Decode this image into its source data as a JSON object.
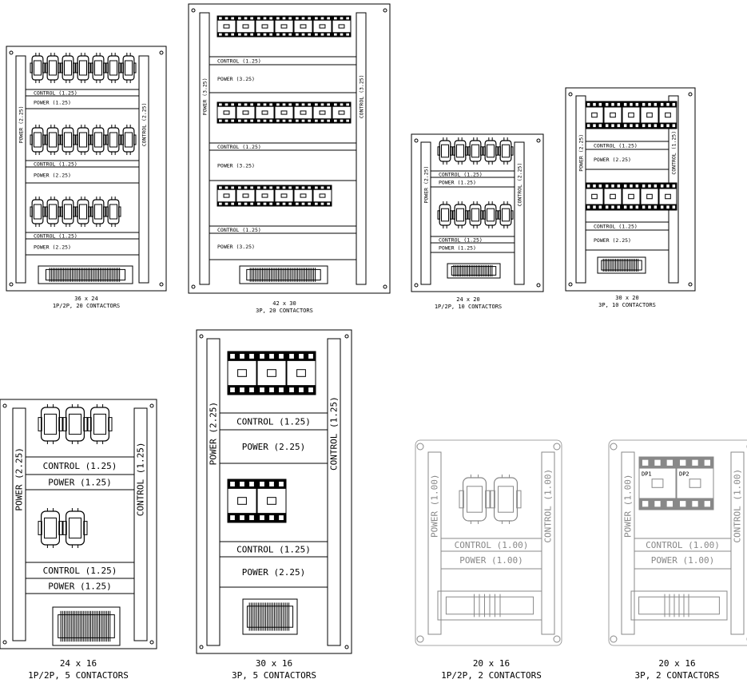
{
  "colors": {
    "line": "#000000",
    "light_line": "#888888",
    "grid": "#ffffff"
  },
  "panels": [
    {
      "id": "p1",
      "size": "36 x 24",
      "desc": "1P/2P, 20 CONTACTORS",
      "style": "dark",
      "power_side": "POWER (2.25)",
      "control_side": "CONTROL (2.25)",
      "rows": [
        {
          "count": 7,
          "kind": "1p"
        },
        {
          "count": 7,
          "kind": "1p"
        },
        {
          "count": 6,
          "kind": "1p"
        }
      ],
      "labels": [
        "CONTROL (1.25)",
        "POWER (1.25)",
        "CONTROL (1.25)",
        "POWER (2.25)",
        "CONTROL (1.25)",
        "POWER (2.25)"
      ]
    },
    {
      "id": "p2",
      "size": "42 x 30",
      "desc": "3P, 20 CONTACTORS",
      "style": "dark",
      "power_side": "POWER (3.25)",
      "control_side": "CONTROL (3.25)",
      "rows": [
        {
          "count": 7,
          "kind": "3p"
        },
        {
          "count": 7,
          "kind": "3p"
        },
        {
          "count": 6,
          "kind": "3p"
        }
      ],
      "labels": [
        "CONTROL (1.25)",
        "POWER (3.25)",
        "CONTROL (1.25)",
        "POWER (3.25)",
        "CONTROL (1.25)",
        "POWER (3.25)"
      ]
    },
    {
      "id": "p3",
      "size": "24 x 20",
      "desc": "1P/2P, 10 CONTACTORS",
      "style": "dark",
      "power_side": "POWER (2.25)",
      "control_side": "CONTROL (2.25)",
      "rows": [
        {
          "count": 5,
          "kind": "1p"
        },
        {
          "count": 5,
          "kind": "1p"
        }
      ],
      "labels": [
        "CONTROL (1.25)",
        "POWER (1.25)",
        "CONTROL (1.25)",
        "POWER (1.25)"
      ]
    },
    {
      "id": "p4",
      "size": "30 x 20",
      "desc": "3P, 10 CONTACTORS",
      "style": "dark",
      "power_side": "POWER (2.25)",
      "control_side": "CONTROL (1.25)",
      "rows": [
        {
          "count": 5,
          "kind": "3p"
        },
        {
          "count": 5,
          "kind": "3p"
        }
      ],
      "labels": [
        "CONTROL (1.25)",
        "POWER (2.25)",
        "CONTROL (1.25)",
        "POWER (2.25)"
      ]
    },
    {
      "id": "p5",
      "size": "24 x 16",
      "desc": "1P/2P, 5 CONTACTORS",
      "style": "dark",
      "power_side": "POWER (2.25)",
      "control_side": "CONTROL (1.25)",
      "rows": [
        {
          "count": 3,
          "kind": "1p"
        },
        {
          "count": 2,
          "kind": "1p"
        }
      ],
      "labels": [
        "CONTROL (1.25)",
        "POWER (1.25)",
        "CONTROL (1.25)",
        "POWER (1.25)"
      ]
    },
    {
      "id": "p6",
      "size": "30 x 16",
      "desc": "3P, 5 CONTACTORS",
      "style": "dark",
      "power_side": "POWER (2.25)",
      "control_side": "CONTROL (1.25)",
      "rows": [
        {
          "count": 3,
          "kind": "3p"
        },
        {
          "count": 2,
          "kind": "3p"
        }
      ],
      "labels": [
        "CONTROL (1.25)",
        "POWER (2.25)",
        "CONTROL (1.25)",
        "POWER (2.25)"
      ]
    },
    {
      "id": "p7",
      "size": "20 x 16",
      "desc": "1P/2P, 2 CONTACTORS",
      "style": "light",
      "power_side": "POWER (1.00)",
      "control_side": "CONTROL (1.00)",
      "rows": [
        {
          "count": 2,
          "kind": "1p"
        }
      ],
      "labels": [
        "CONTROL (1.00)",
        "POWER (1.00)"
      ]
    },
    {
      "id": "p8",
      "size": "20 x 16",
      "desc": "3P, 2 CONTACTORS",
      "style": "light",
      "power_side": "POWER (1.00)",
      "control_side": "CONTROL (1.00)",
      "rows": [
        {
          "count": 2,
          "kind": "3p"
        }
      ],
      "labels": [
        "CONTROL (1.00)",
        "POWER (1.00)"
      ],
      "contactor_tags": [
        "DP1",
        "DP2"
      ]
    }
  ]
}
